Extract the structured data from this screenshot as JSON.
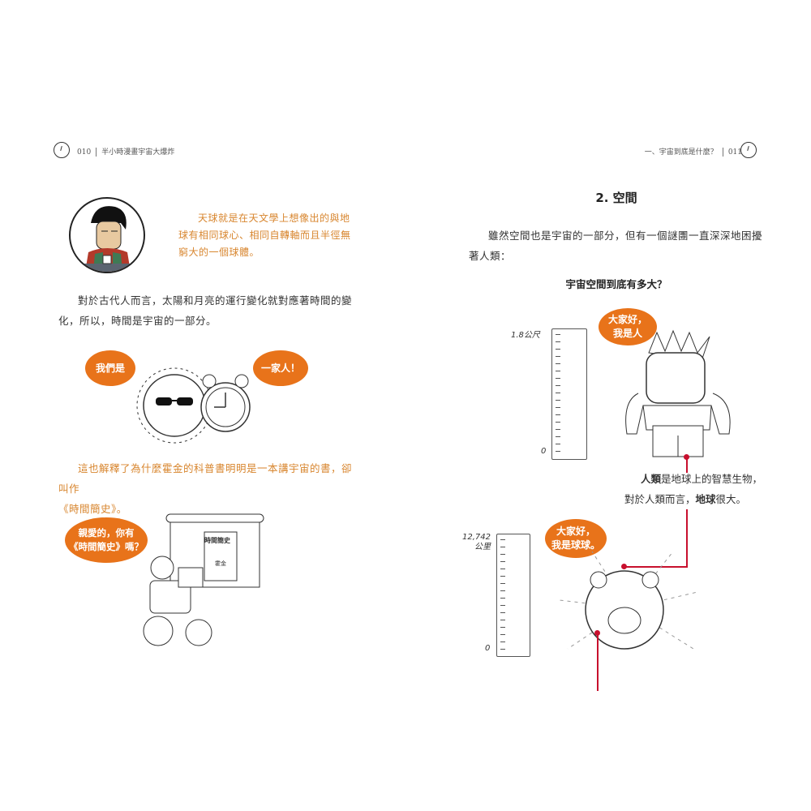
{
  "left_page": {
    "header": {
      "page_number": "010",
      "book_title": "半小時漫畫宇宙大爆炸"
    },
    "callout": [
      "天球就是在天文學上想像出的與地",
      "球有相同球心、相同自轉軸而且半徑無",
      "窮大的一個球體。"
    ],
    "paragraph1": [
      "對於古代人而言，太陽和月亮的運行變化就對應著時間的變",
      "化，所以，時間是宇宙的一部分。"
    ],
    "bubble_left": "我們是",
    "bubble_right": "一家人！",
    "paragraph2": [
      "這也解釋了為什麼霍金的科普書明明是一本講宇宙的書，卻叫作",
      "《時間簡史》。"
    ],
    "hawking_bubble": [
      "親愛的，你有",
      "《時間簡史》嗎？"
    ],
    "poster_book": {
      "title": "時間簡史",
      "author": "霍金"
    }
  },
  "right_page": {
    "header": {
      "chapter": "一、宇宙到底是什麼？",
      "page_number": "011"
    },
    "section_title": "2. 空間",
    "paragraph": [
      "雖然空間也是宇宙的一部分，但有一個謎團一直深深地困擾",
      "著人類："
    ],
    "subtitle": "宇宙空間到底有多大？",
    "human": {
      "ruler_top": "1.8公尺",
      "ruler_bottom": "0",
      "bubble": [
        "大家好，",
        "我是人"
      ]
    },
    "caption": {
      "line1_bold": "人類",
      "line1_rest": "是地球上的智慧生物，",
      "line2_pre": "對於人類而言，",
      "line2_bold": "地球",
      "line2_rest": "很大。"
    },
    "earth": {
      "ruler_top": [
        "12,742",
        "公里"
      ],
      "ruler_bottom": "0",
      "bubble": [
        "大家好，",
        "我是球球。"
      ]
    }
  },
  "colors": {
    "accent_orange": "#e8731a",
    "callout_text": "#d8862f",
    "pointer_red": "#c8102e"
  }
}
